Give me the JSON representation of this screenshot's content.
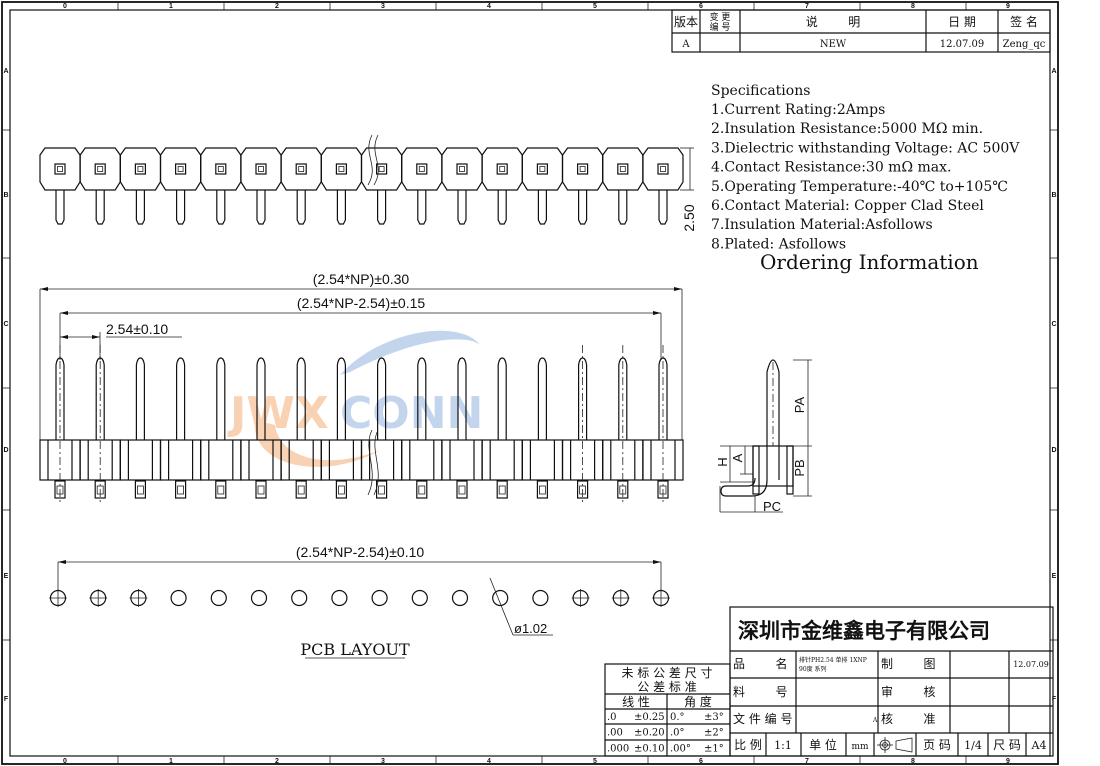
{
  "border": {
    "columns": [
      "0",
      "1",
      "2",
      "3",
      "4",
      "5",
      "6",
      "7",
      "8",
      "9"
    ],
    "rows": [
      "A",
      "B",
      "C",
      "D",
      "E",
      "F"
    ]
  },
  "revision_table": {
    "headers": {
      "version": "版本",
      "change_no_1": "变 更",
      "change_no_2": "编 号",
      "description": "说        明",
      "date": "日 期",
      "signature": "签 名"
    },
    "row": {
      "version": "A",
      "change_no": "",
      "description": "NEW",
      "date": "12.07.09",
      "signature": "Zeng_qc"
    }
  },
  "specifications": {
    "title": "Specifications",
    "items": [
      "1.Current Rating:2Amps",
      "2.Insulation Resistance:5000 MΩ min.",
      "3.Dielectric withstanding Voltage: AC 500V",
      "4.Contact Resistance:30 mΩ max.",
      "5.Operating Temperature:-40℃ to+105℃",
      "6.Contact Material: Copper Clad Steel",
      "7.Insulation Material:Asfollows",
      "8.Plated: Asfollows"
    ],
    "ordering": "Ordering Information"
  },
  "top_view": {
    "pin_count": 16,
    "height_dim": "2.50"
  },
  "front_view": {
    "overall_dim": "(2.54*NP)±0.30",
    "span_dim": "(2.54*NP-2.54)±0.15",
    "pitch_dim": "2.54±0.10",
    "pin_count": 16
  },
  "side_view": {
    "labels": {
      "pa": "PA",
      "pb": "PB",
      "pc": "PC",
      "h": "H",
      "a": "A"
    }
  },
  "pcb_layout": {
    "title": "PCB LAYOUT",
    "span_dim": "(2.54*NP-2.54)±0.10",
    "hole_dim": "ø1.02",
    "hole_count": 16
  },
  "watermark": {
    "text": "JWXCONN",
    "colors": {
      "orange": "#f8c9a6",
      "blue": "#b9cdea"
    }
  },
  "tolerance_table": {
    "title1": "未 标 公 差 尺 寸",
    "title2": "公 差 标 准",
    "linear_header": "线 性",
    "angle_header": "角 度",
    "rows": [
      {
        "lin_prec": ".0",
        "lin_tol": "±0.25",
        "ang_prec": "0.°",
        "ang_tol": "±3°"
      },
      {
        "lin_prec": ".00",
        "lin_tol": "±0.20",
        "ang_prec": ".0°",
        "ang_tol": "±2°"
      },
      {
        "lin_prec": ".000",
        "lin_tol": "±0.10",
        "ang_prec": ".00°",
        "ang_tol": "±1°"
      }
    ]
  },
  "title_block": {
    "company": "深圳市金维鑫电子有限公司",
    "product_name_label": "品        名",
    "product_name_value_1": "排针PH2.54 单排 1XNP",
    "product_name_value_2": "90度 系列",
    "part_no_label": "料        号",
    "doc_no_label": "文 件 编 号",
    "drawn_label": "制        图",
    "checked_label": "审        核",
    "approved_label": "核        准",
    "drawn_date": "12.07.09",
    "scale_label": "比 例",
    "scale_value": "1:1",
    "unit_label": "单 位",
    "unit_value": "mm",
    "projection_icon": "first-angle-projection-icon",
    "page_label": "页 码",
    "page_value": "1/4",
    "size_label": "尺 码",
    "size_value": "A4",
    "stray_mark": "A"
  }
}
